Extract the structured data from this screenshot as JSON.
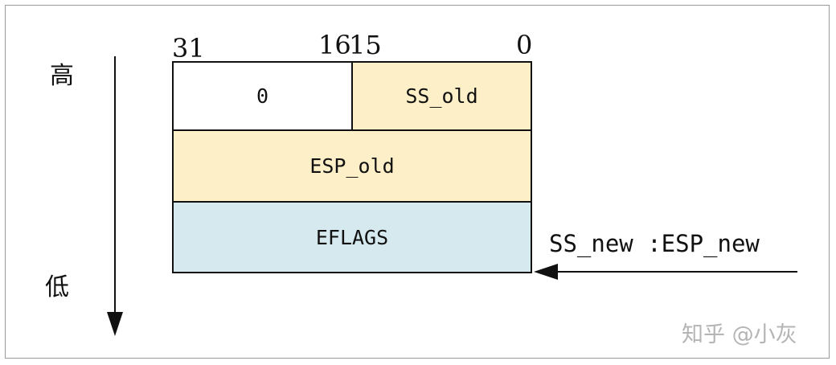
{
  "side": {
    "high": "高",
    "low": "低"
  },
  "bits": {
    "b31": "31",
    "b16": "16",
    "b15": "15",
    "b0": "0"
  },
  "stack": {
    "row1_left": "0",
    "row1_right": "SS_old",
    "row2": "ESP_old",
    "row3": "EFLAGS"
  },
  "pointer": {
    "label": "SS_new :ESP_new"
  },
  "watermark": "知乎 @小灰",
  "colors": {
    "cream": "#fdefc7",
    "light_blue": "#d6e9ef",
    "border": "#111111"
  }
}
